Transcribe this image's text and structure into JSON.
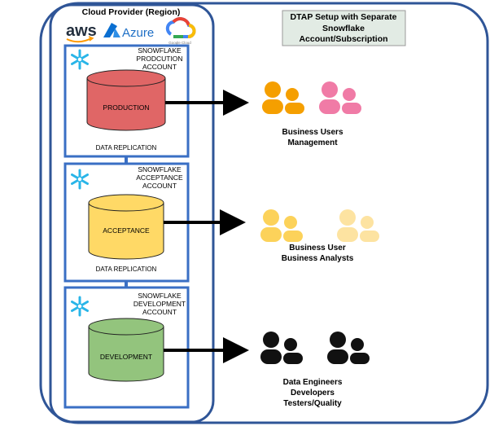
{
  "provider": {
    "title": "Cloud Provider (Region)",
    "logos": {
      "aws": "aws",
      "azure": "Azure",
      "gcp": "Google Cloud"
    }
  },
  "header_box": {
    "lines": [
      "DTAP Setup with Separate",
      "Snowflake",
      "Account/Subscription"
    ]
  },
  "accounts": [
    {
      "label_lines": [
        "SNOWFLAKE",
        "PRODCUTION",
        "ACCOUNT"
      ],
      "db_label": "PRODUCTION",
      "db_color": "#e06666",
      "replication": "DATA REPLICATION",
      "users": {
        "lines": [
          "Business Users",
          "Management"
        ],
        "colors": [
          "#f59f00",
          "#f07ba6"
        ]
      }
    },
    {
      "label_lines": [
        "SNOWFLAKE",
        "ACCEPTANCE",
        "ACCOUNT"
      ],
      "db_label": "ACCEPTANCE",
      "db_color": "#ffd966",
      "replication": "DATA REPLICATION",
      "users": {
        "lines": [
          "Business User",
          "Business Analysts"
        ],
        "colors": [
          "#fcd25a",
          "#fde3a1"
        ]
      }
    },
    {
      "label_lines": [
        "SNOWFLAKE",
        "DEVELOPMENT",
        "ACCOUNT"
      ],
      "db_label": "DEVELOPMENT",
      "db_color": "#93c47d",
      "replication": "",
      "users": {
        "lines": [
          "Data Engineers",
          "Developers",
          "Testers/Quality"
        ],
        "colors": [
          "#111111",
          "#111111"
        ]
      }
    }
  ],
  "colors": {
    "border_blue": "#3a6fc4",
    "frame_blue": "#2f5597",
    "snowflake": "#29b5e8",
    "header_bg": "#e2ebe4"
  },
  "icons": [
    "snowflake-icon",
    "aws-logo",
    "azure-logo",
    "google-cloud-logo",
    "user-group-icon",
    "arrow-right-icon",
    "arrow-down-icon"
  ]
}
